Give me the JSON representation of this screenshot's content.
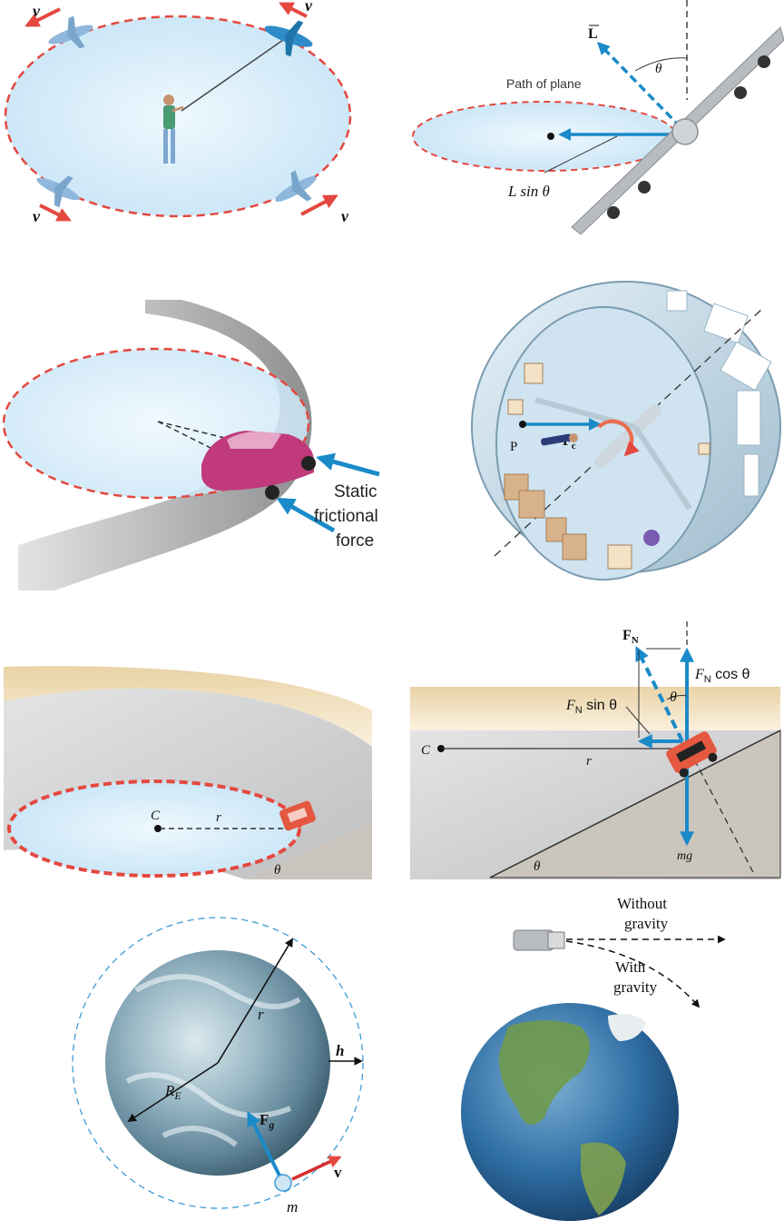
{
  "panel1": {
    "v_top_left": "v",
    "v_top_right": "v",
    "v_bottom_left": "v",
    "v_bottom_right": "v"
  },
  "panel2": {
    "path_label": "Path of plane",
    "lift_label": "L",
    "theta": "θ",
    "lsin_label": "L sin θ"
  },
  "panel3": {
    "force_label_lines": [
      "Static",
      "frictional",
      "force"
    ]
  },
  "panel4": {
    "point_label": "P",
    "force_label": "F",
    "force_subscript": "c"
  },
  "panel5": {
    "center": "C",
    "radius": "r",
    "theta": "θ"
  },
  "panel6": {
    "normal_label": "F",
    "normal_subscript": "N",
    "fn_cos_base": "F",
    "fn_cos_sub": "N",
    "fn_cos_rest": " cos θ",
    "fn_sin_base": "F",
    "fn_sin_sub": "N",
    "fn_sin_rest": " sin θ",
    "theta": "θ",
    "theta_bottom": "θ",
    "center": "C",
    "radius": "r",
    "weight_label": "mg"
  },
  "panel7": {
    "radius": "r",
    "height": "h",
    "earth_radius": "R",
    "earth_radius_sub": "E",
    "gravity_force": "F",
    "gravity_sub": "g",
    "velocity": "v",
    "mass": "m"
  },
  "panel8": {
    "without_gravity_lines": [
      "Without",
      "gravity"
    ],
    "with_gravity_lines": [
      "With",
      "gravity"
    ]
  },
  "colors": {
    "red_dash": "#e4483f",
    "blue_arrow": "#1a8ac9",
    "sky_fill": "#d3ebf9",
    "road_gray": "#a9aaab"
  }
}
